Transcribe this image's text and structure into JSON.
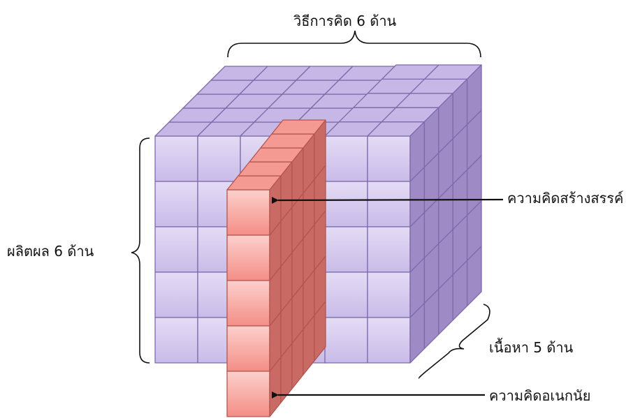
{
  "labels": {
    "thinking_operations": "วิธีการคิด 6 ด้าน",
    "products": "ผลิตผล 6 ด้าน",
    "creative_thinking": "ความคิดสร้างสรรค์",
    "content": "เนื้อหา 5 ด้าน",
    "divergent_thinking": "ความคิดอเนกนัย"
  },
  "colors": {
    "purple_front": "#d3c7ee",
    "purple_top": "#c7b7e6",
    "purple_side": "#9e8bc6",
    "purple_edge": "#7d69ab",
    "pink_front": "#f7a9a3",
    "pink_top": "#f49a92",
    "pink_side": "#c96a64",
    "pink_edge": "#b4544e",
    "stroke": "#111111"
  }
}
